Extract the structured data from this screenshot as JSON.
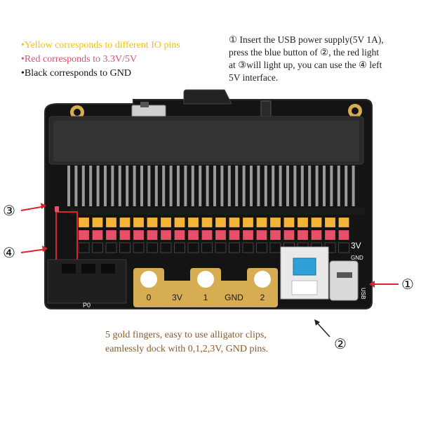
{
  "legend": {
    "yellow": "•Yellow corresponds to different IO pins",
    "red": "•Red corresponds to 3.3V/5V",
    "black": "•Black corresponds to GND"
  },
  "instructions": {
    "line1": "① Insert the USB power supply(5V 1A),",
    "line2": "press the blue button of ②, the red light",
    "line3": "at ③will light up, you can use the ④ left",
    "line4": "5V interface."
  },
  "caption": {
    "line1": "5 gold fingers, easy to use alligator clips,",
    "line2": "eamlessly dock with 0,1,2,3V, GND pins."
  },
  "callouts": {
    "c1": "①",
    "c2": "②",
    "c3": "③",
    "c4": "④"
  },
  "board": {
    "fingers": [
      "0",
      "3V",
      "1",
      "GND",
      "2"
    ],
    "port_label": "P0",
    "usb_label": "USB",
    "voltage_label": "3V",
    "gnd_label": "GND",
    "colors": {
      "pcb": "#141414",
      "gold": "#d6ad52",
      "yellow_pin": "#f4b43a",
      "red_pin": "#e8506a",
      "button_blue": "#2f9fd8",
      "arrow_red": "#d8242c"
    }
  }
}
